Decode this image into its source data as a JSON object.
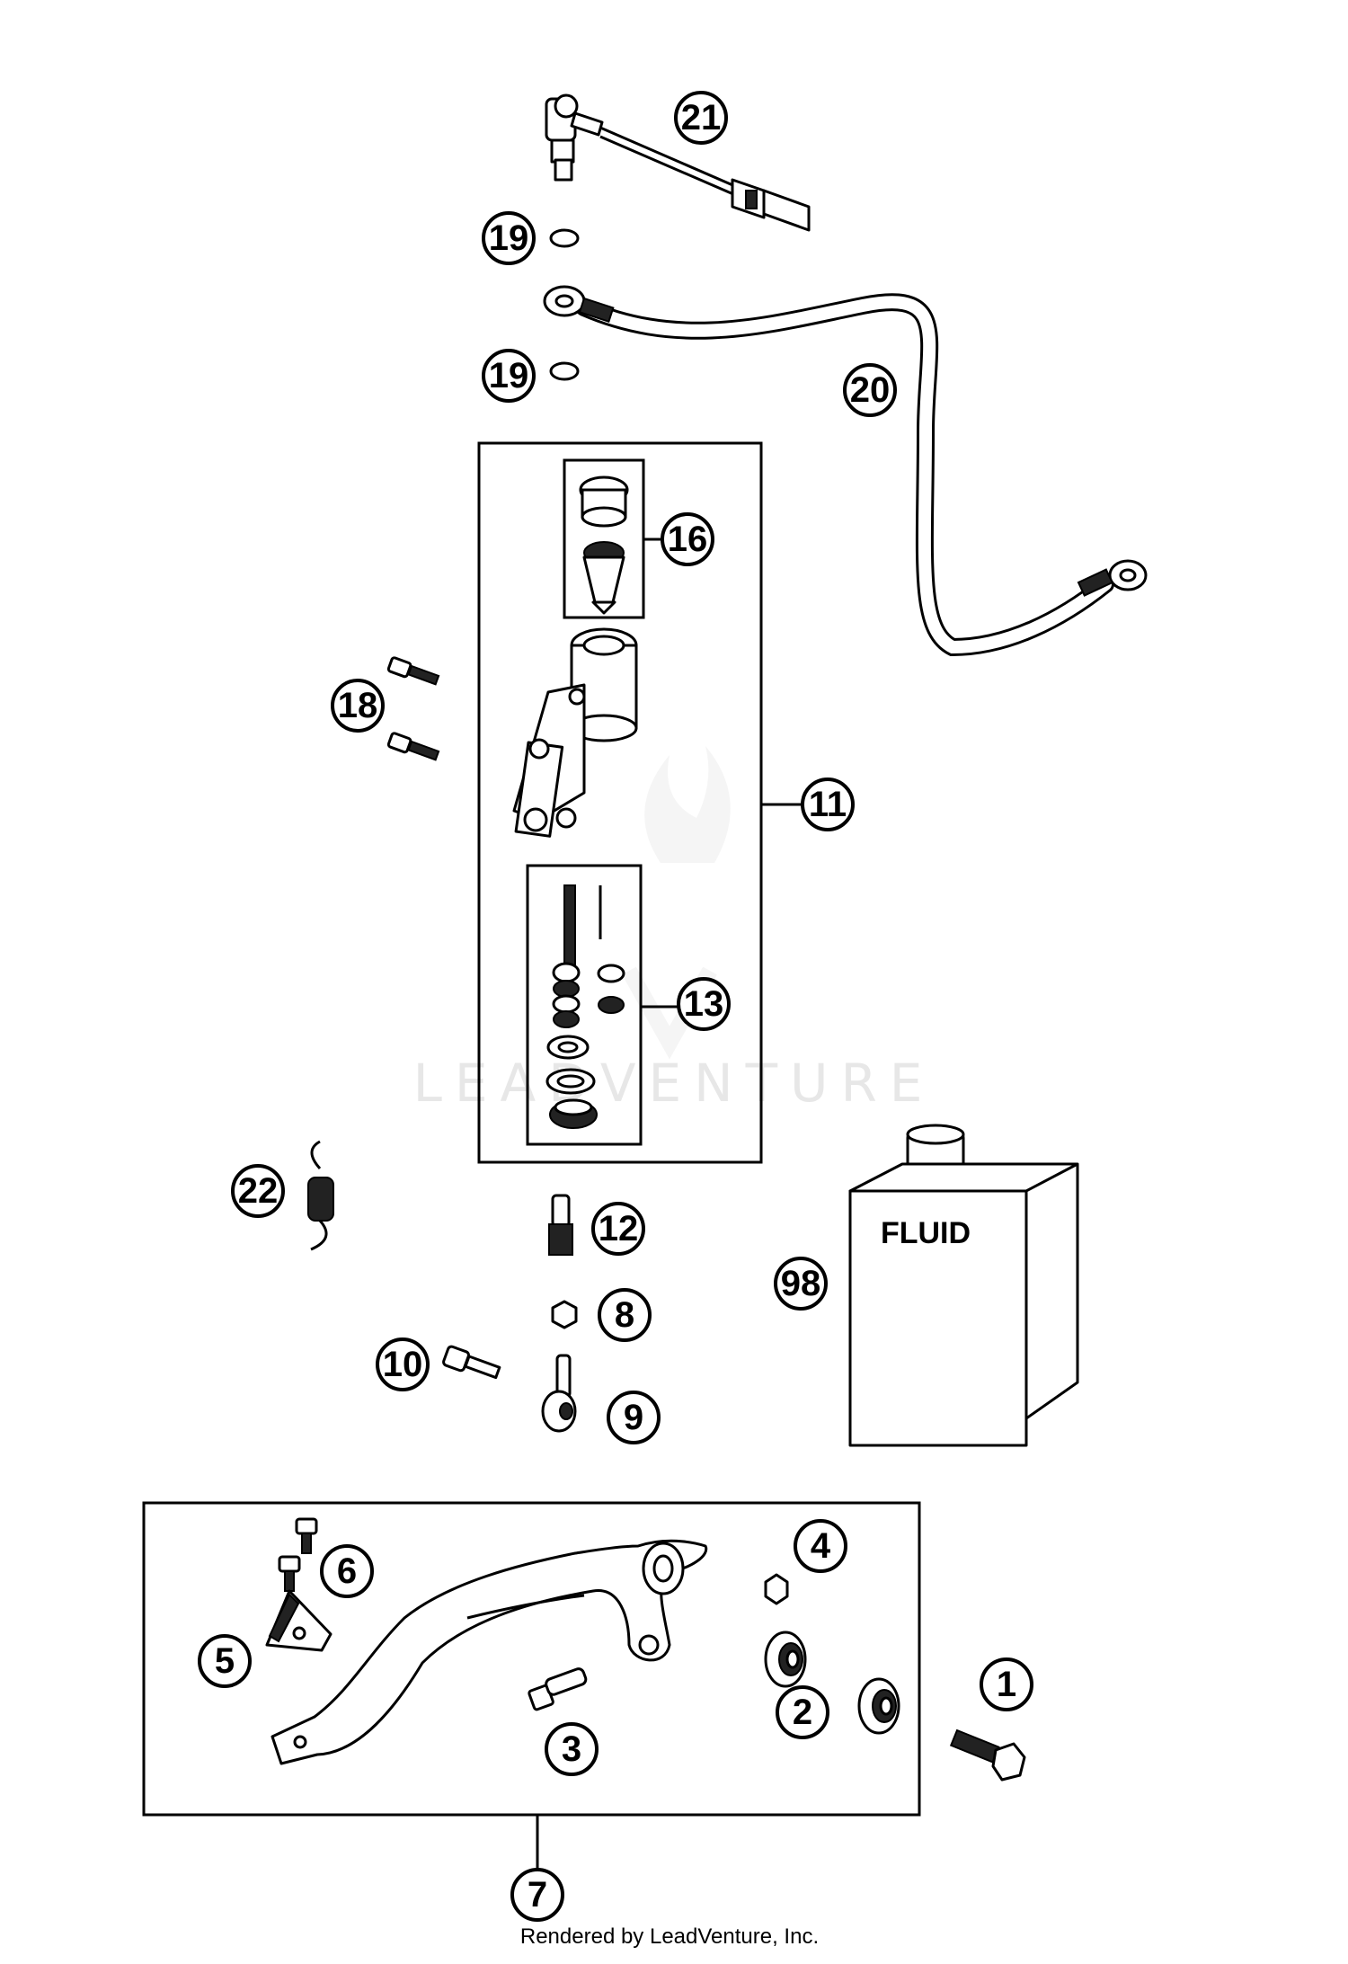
{
  "diagram": {
    "callouts": [
      "21",
      "19",
      "19",
      "20",
      "16",
      "18",
      "11",
      "13",
      "22",
      "12",
      "98",
      "8",
      "10",
      "9",
      "6",
      "4",
      "5",
      "1",
      "2",
      "3",
      "7"
    ],
    "fluid_label": "FLUID",
    "watermark": "LEADVENTURE",
    "footer": "Rendered by LeadVenture, Inc."
  }
}
